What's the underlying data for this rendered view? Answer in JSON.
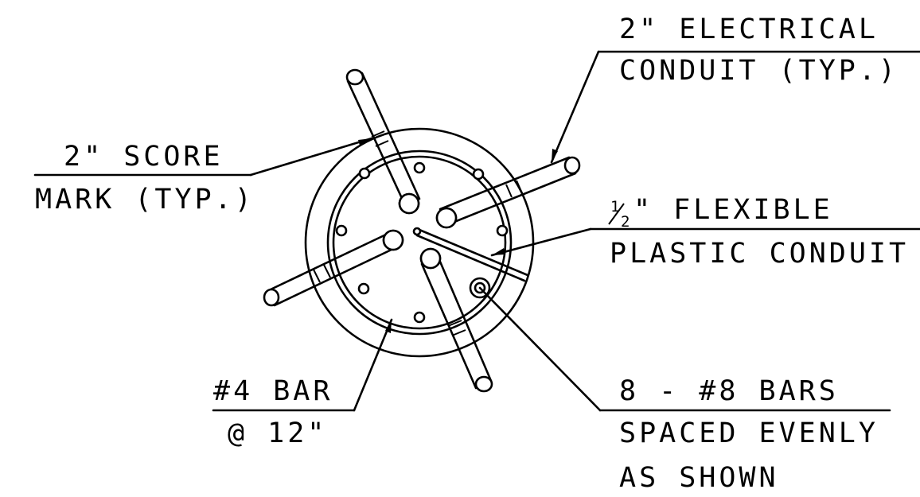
{
  "labels": {
    "electrical_line1": "2\" ELECTRICAL",
    "electrical_line2": "CONDUIT (TYP.)",
    "score_line1": "2\" SCORE",
    "score_line2": "MARK (TYP.)",
    "flexible_fraction_num": "1",
    "flexible_fraction_den": "2",
    "flexible_line1_rest": "\" FLEXIBLE",
    "flexible_line2": "PLASTIC CONDUIT",
    "bar4_line1": "#4 BAR",
    "bar4_line2": "@ 12\"",
    "bars8_line1": "8 - #8 BARS",
    "bars8_line2": "SPACED EVENLY",
    "bars8_line3": "AS SHOWN"
  },
  "colors": {
    "ink": "#000000",
    "paper": "#ffffff"
  }
}
